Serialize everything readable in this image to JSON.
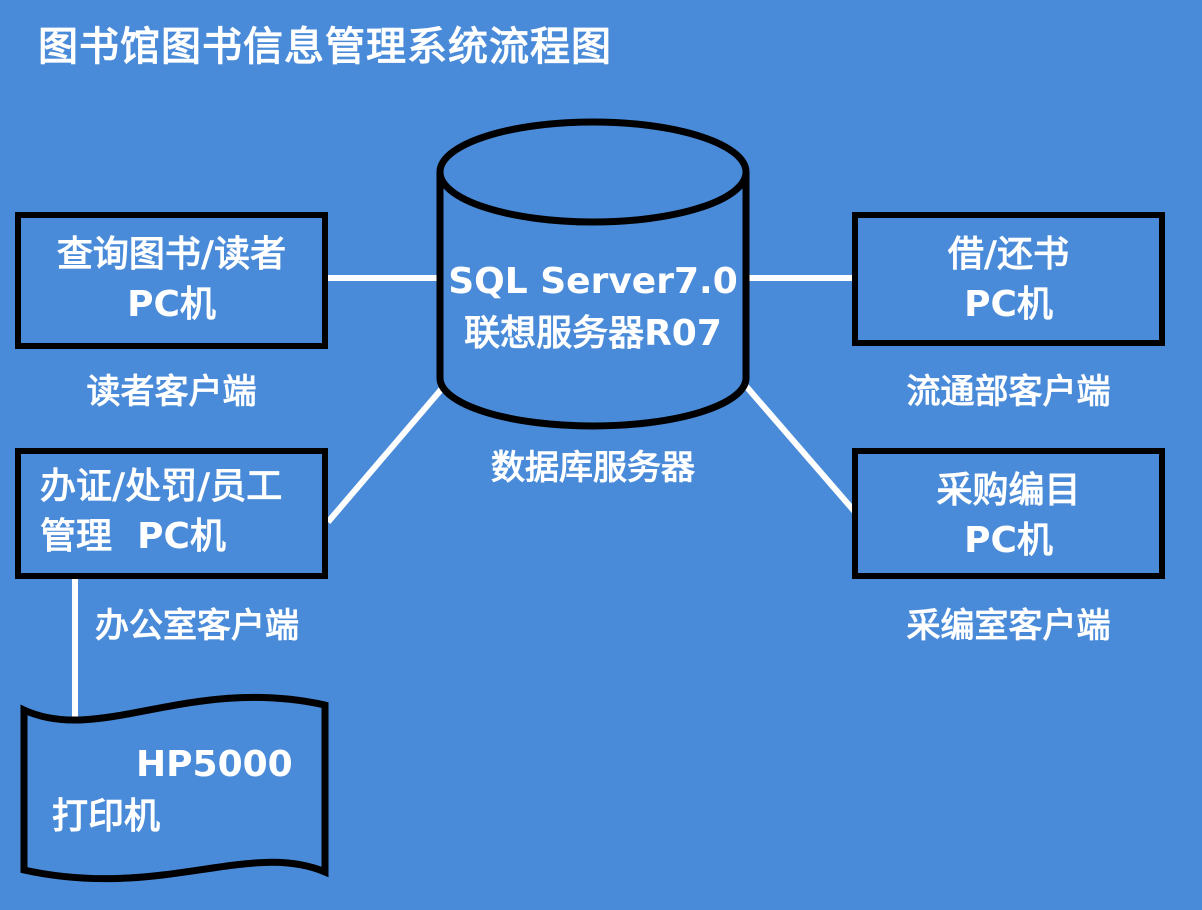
{
  "title": "图书馆图书信息管理系统流程图",
  "server": {
    "line1": "SQL Server7.0",
    "line2": "联想服务器R07",
    "caption": "数据库服务器"
  },
  "nodes": {
    "reader": {
      "line1": "查询图书/读者",
      "line2": "PC机",
      "caption": "读者客户端"
    },
    "office": {
      "line1": "办证/处罚/员工",
      "line2": "管理  PC机",
      "caption": "办公室客户端"
    },
    "circulation": {
      "line1": "借/还书",
      "line2": "PC机",
      "caption": "流通部客户端"
    },
    "acquisition": {
      "line1": "采购编目",
      "line2": "PC机",
      "caption": "采编室客户端"
    }
  },
  "printer": {
    "line1": "HP5000",
    "line2": "打印机"
  },
  "colors": {
    "background": "#4a8bd9",
    "border": "#000000",
    "text": "#ffffff",
    "connector": "#ffffff"
  }
}
